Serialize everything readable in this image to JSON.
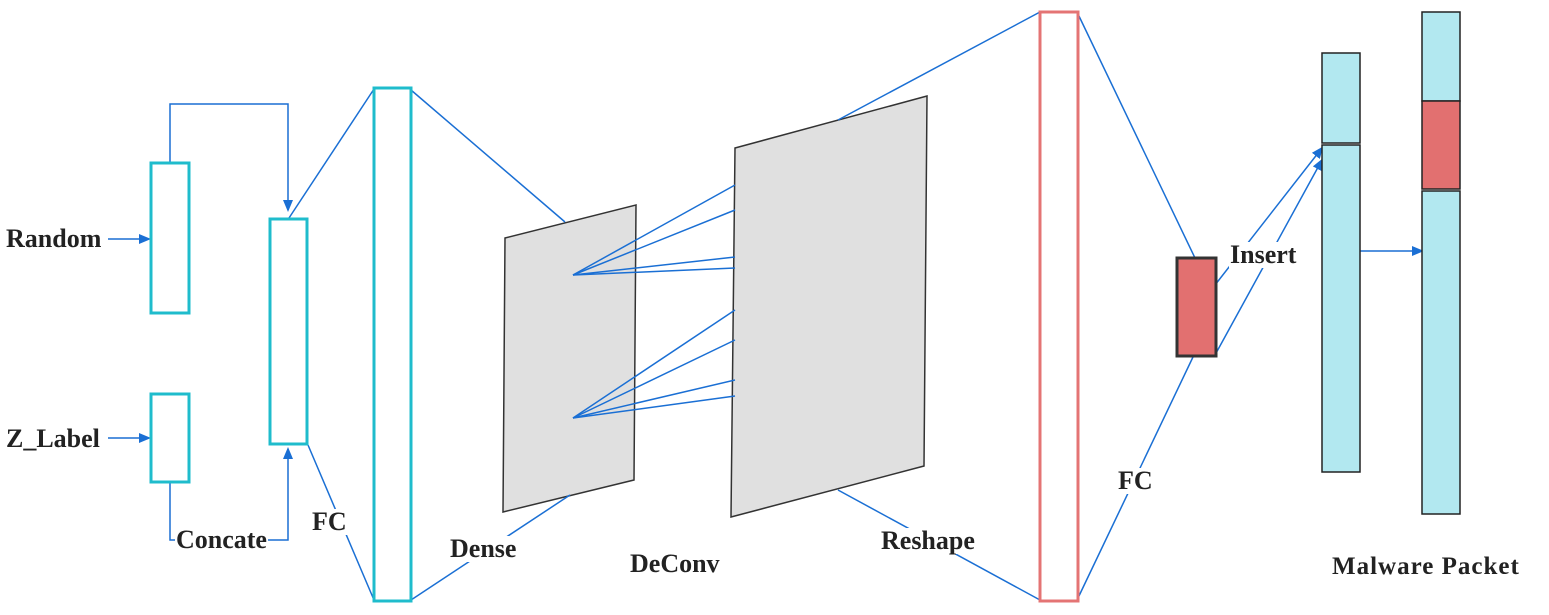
{
  "colors": {
    "cyan_outline": "#1fbccc",
    "red_outline": "#e47474",
    "red_fill": "#e27070",
    "light_cyan_fill": "#b2e8f0",
    "gray_fill": "#e0e0e0",
    "blue_line": "#1a6fd4",
    "dark_outline": "#333333"
  },
  "labels": {
    "random": "Random",
    "z_label": "Z_Label",
    "concate": "Concate",
    "fc_left": "FC",
    "dense": "Dense",
    "deconv": "DeConv",
    "reshape": "Reshape",
    "fc_right": "FC",
    "insert": "Insert",
    "malware_packet": "Malware Packet"
  }
}
